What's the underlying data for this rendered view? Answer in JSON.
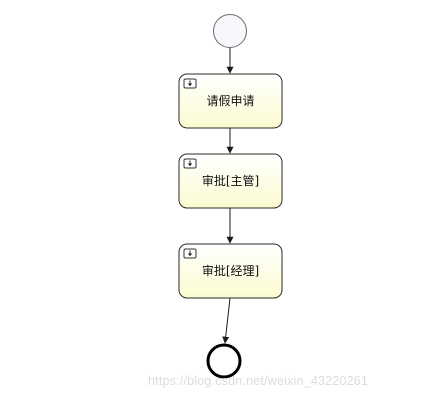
{
  "diagram": {
    "nodes": [
      {
        "id": "start",
        "kind": "start-event"
      },
      {
        "id": "task1",
        "kind": "user-task",
        "label": "请假申请",
        "icon": "user-task-icon"
      },
      {
        "id": "task2",
        "kind": "user-task",
        "label": "审批[主管]",
        "icon": "user-task-icon"
      },
      {
        "id": "task3",
        "kind": "user-task",
        "label": "审批[经理]",
        "icon": "user-task-icon"
      },
      {
        "id": "end",
        "kind": "end-event"
      }
    ],
    "edges": [
      {
        "from": "start",
        "to": "task1"
      },
      {
        "from": "task1",
        "to": "task2"
      },
      {
        "from": "task2",
        "to": "task3"
      },
      {
        "from": "task3",
        "to": "end"
      }
    ],
    "colors": {
      "task_fill_top": "#ffffff",
      "task_fill_bottom": "#fbfbd0",
      "task_stroke": "#2b2b2b",
      "start_fill": "#f7f8fb",
      "start_stroke": "#6b6b6b",
      "end_stroke": "#000000",
      "edge": "#1a1a1a"
    }
  },
  "watermark": {
    "text": "https://blog.csdn.net/weixin_43220261"
  }
}
